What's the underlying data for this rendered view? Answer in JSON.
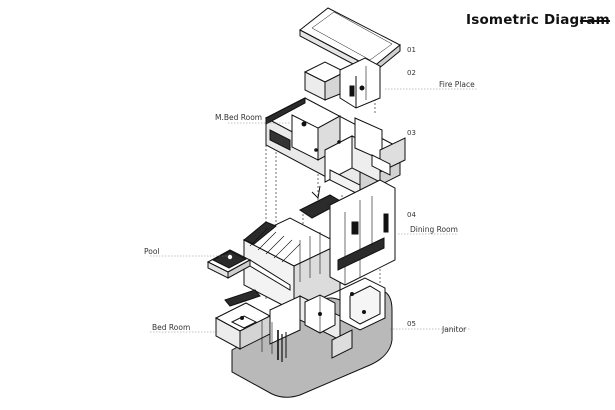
{
  "title": "Isometric Diagram",
  "level_numbers": [
    "01",
    "02",
    "03",
    "04",
    "05"
  ],
  "labels": {
    "fire_place": "Fire Place",
    "m_bed_room": "M.Bed Room",
    "dining_room": "Dining Room",
    "pool": "Pool",
    "bed_room": "Bed Room",
    "janitor": "Janitor"
  },
  "colors": {
    "ink": "#111111",
    "ground": "#b9b9b9",
    "roof_dark": "#2b2b2b",
    "wall_shade": "#d9d9d9",
    "leader": "#888888"
  }
}
